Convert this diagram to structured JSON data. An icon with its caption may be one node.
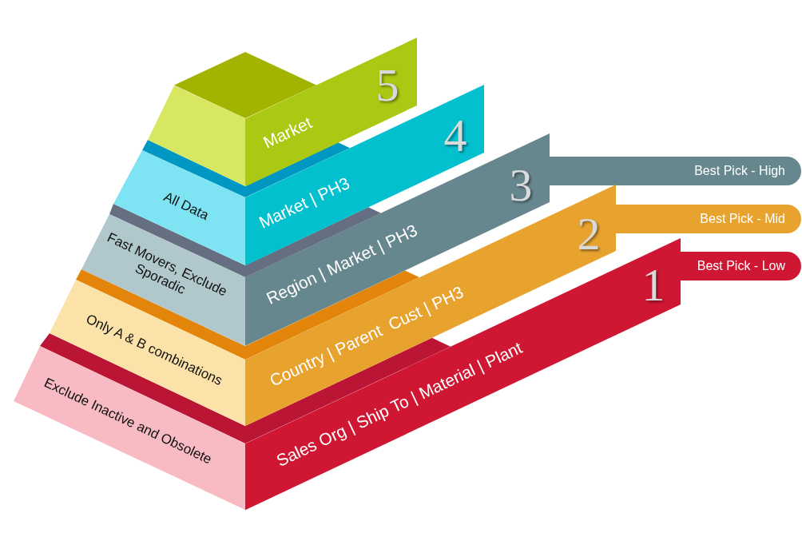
{
  "diagram": {
    "nodes": [
      {
        "text": [],
        "shape": "diamond"
      },
      {
        "text": [],
        "shape": "box"
      },
      {
        "text": [
          "Market",
          "5"
        ]
      },
      {
        "text": [
          "All Data"
        ]
      },
      {
        "text": [
          "Market | PH3",
          "4"
        ]
      },
      {
        "text": [
          "Fast Movers, Exclude Sporadic"
        ]
      },
      {
        "text": [
          "Region | Market | PH3",
          "3"
        ]
      },
      {
        "text": [
          "Best Pick - High"
        ]
      },
      {
        "text": [
          "Only A & B combinations"
        ]
      },
      {
        "text": [
          "Country | Parent  Cust | PH3",
          "2"
        ]
      },
      {
        "text": [
          "Best Pick - Mid"
        ]
      },
      {
        "text": [
          "Exclude Inactive and Obsolete"
        ]
      },
      {
        "text": [
          "Sales Org | Ship To | Material | Plant",
          "1"
        ]
      },
      {
        "text": [
          "Best Pick - Low"
        ]
      }
    ]
  }
}
